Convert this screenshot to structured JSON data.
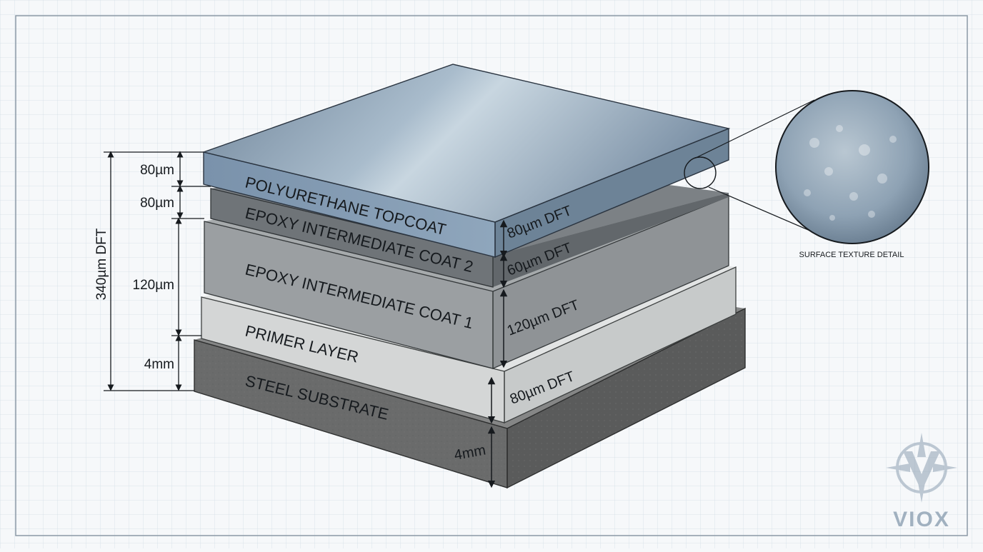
{
  "layers": [
    {
      "name": "POLYURETHANE TOPCOAT",
      "thickness": "80µm DFT"
    },
    {
      "name": "EPOXY INTERMEDIATE COAT 2",
      "thickness": "60µm DFT"
    },
    {
      "name": "EPOXY INTERMEDIATE COAT 1",
      "thickness": "120µm DFT"
    },
    {
      "name": "PRIMER LAYER",
      "thickness": "80µm DFT"
    },
    {
      "name": "STEEL SUBSTRATE",
      "thickness": "4mm"
    }
  ],
  "left_dimensions": {
    "total": "340µm DFT",
    "segments": [
      "80µm",
      "80µm",
      "120µm",
      "4mm"
    ]
  },
  "detail_callout": {
    "label": "SURFACE TEXTURE DETAIL"
  },
  "logo": {
    "text": "VIOX"
  },
  "colors": {
    "topcoat": "#7f95aa",
    "intermediate_2": "#6f7478",
    "intermediate_1": "#9b9fa2",
    "primer": "#d4d6d6",
    "steel": "#6a6b6b",
    "grid": "#c9d3dd"
  }
}
